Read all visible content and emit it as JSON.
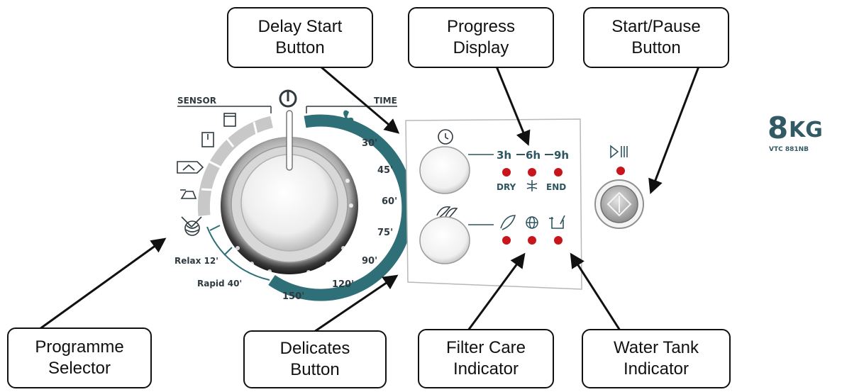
{
  "callouts": {
    "delay_start": {
      "line1": "Delay Start",
      "line2": "Button"
    },
    "progress_display": {
      "line1": "Progress",
      "line2": "Display"
    },
    "start_pause": {
      "line1": "Start/Pause",
      "line2": "Button"
    },
    "programme_selector": {
      "line1": "Programme",
      "line2": "Selector"
    },
    "delicates": {
      "line1": "Delicates",
      "line2": "Button"
    },
    "filter_care": {
      "line1": "Filter Care",
      "line2": "Indicator"
    },
    "water_tank": {
      "line1": "Water Tank",
      "line2": "Indicator"
    }
  },
  "dial": {
    "sensor_label": "SENSOR",
    "time_label": "TIME",
    "time_ticks": [
      "30'",
      "45'",
      "60'",
      "75'",
      "90'",
      "120'",
      "150'"
    ],
    "relax_label": "Relax 12'",
    "rapid_label": "Rapid 40'"
  },
  "display": {
    "times": [
      "3h",
      "6h",
      "9h"
    ],
    "status": [
      "DRY",
      "END"
    ]
  },
  "brand": {
    "capacity": "8",
    "unit": "KG",
    "model": "VTC 881NB"
  },
  "colors": {
    "accent": "#2f6f78",
    "indicator": "#c8141b",
    "sensor_gray": "#c8c8c8"
  },
  "icons": [
    "power-icon",
    "fan-icon",
    "towel-icon",
    "cupboard-icon",
    "hanger-icon",
    "iron-icon",
    "wool-icon",
    "clock-icon",
    "feather-icon",
    "globe-icon",
    "water-tank-icon",
    "play-pause-icon"
  ]
}
